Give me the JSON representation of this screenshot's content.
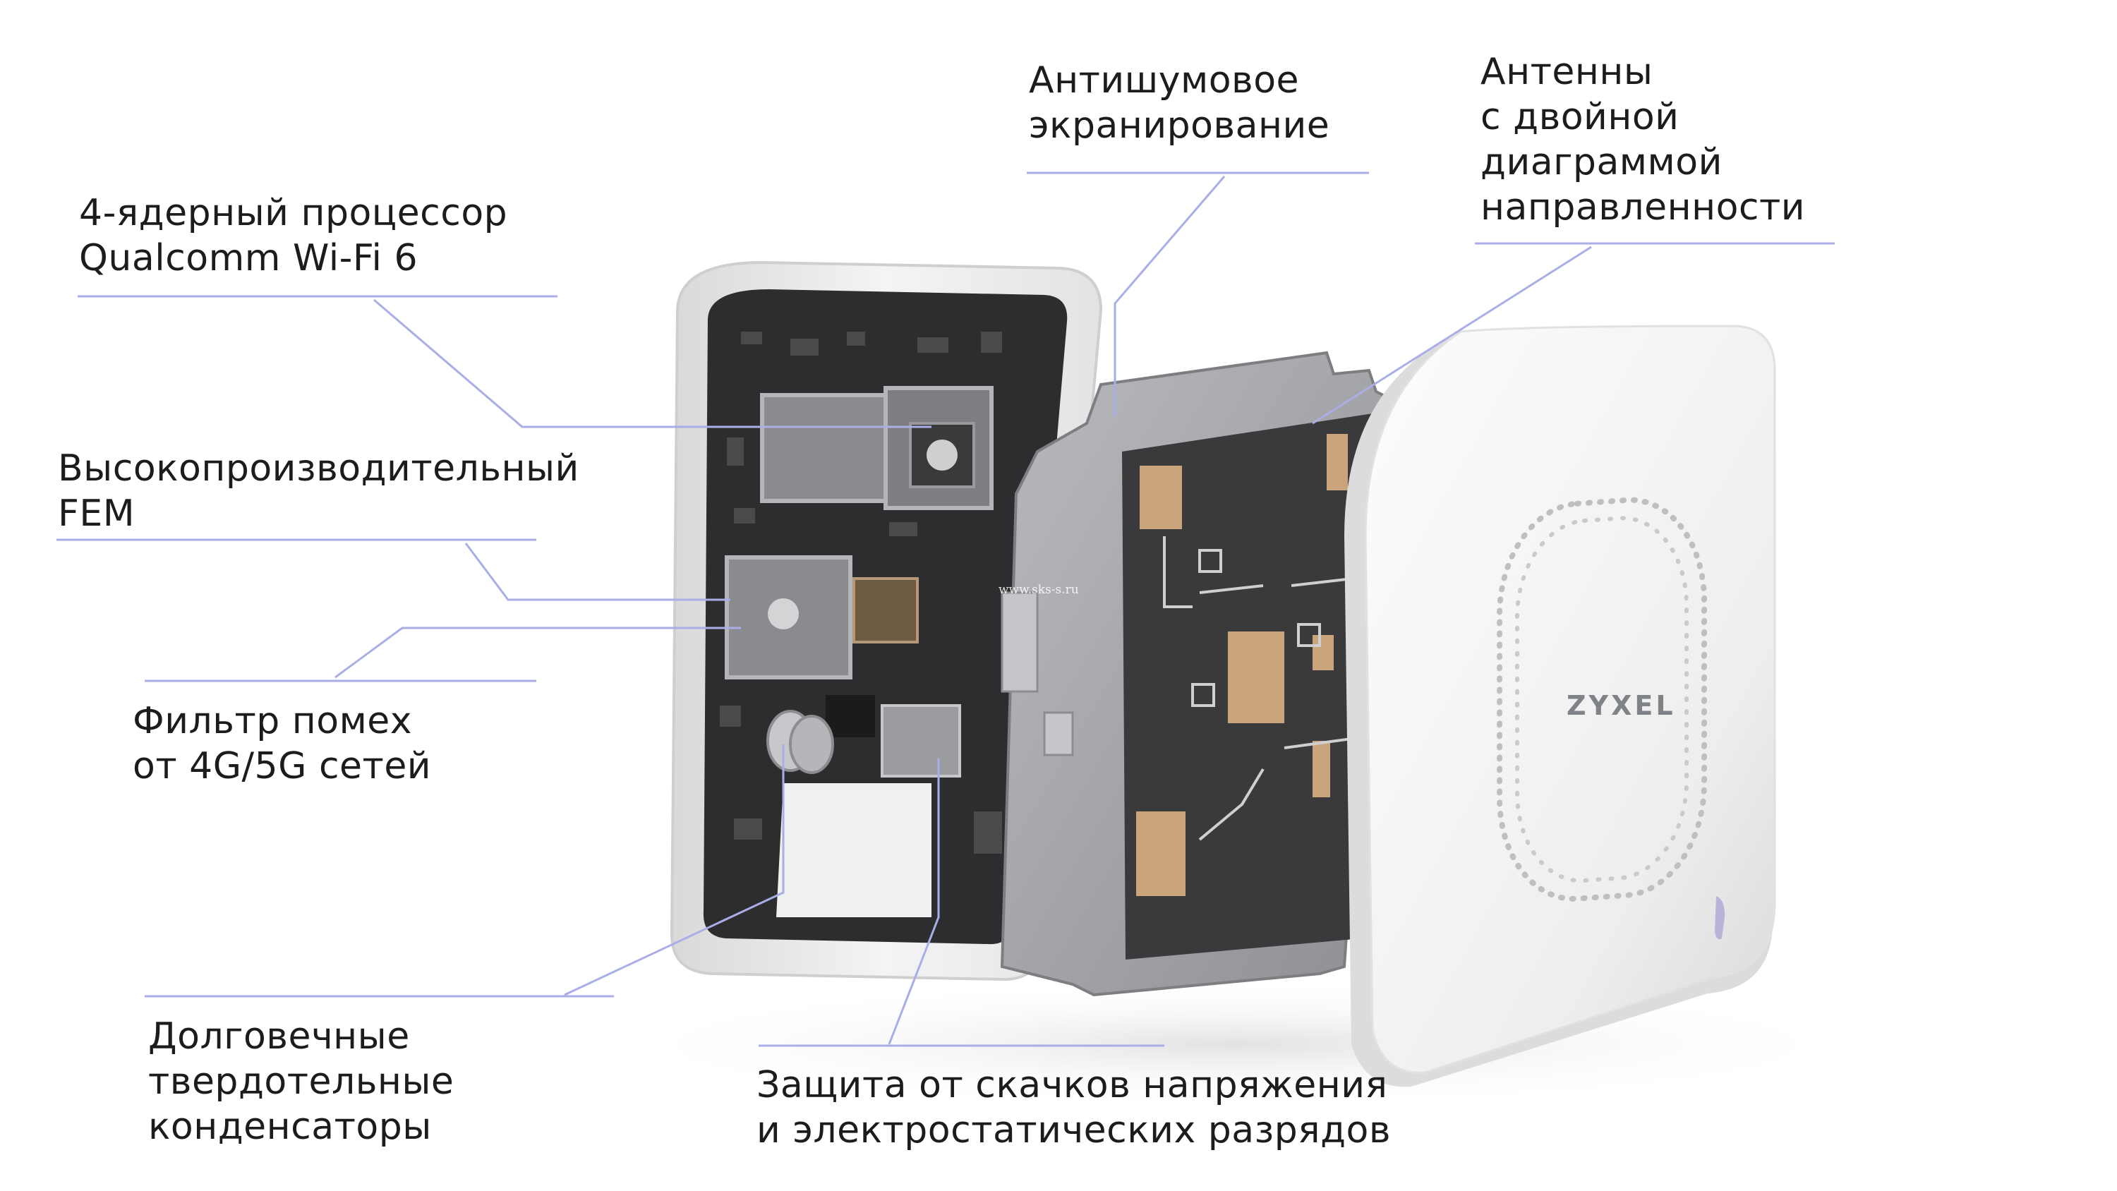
{
  "labels": {
    "noise_shield": [
      "Антишумовое",
      "экранирование"
    ],
    "antennas": [
      "Антенны",
      "с двойной",
      "диаграммой",
      "направленности"
    ],
    "cpu": [
      "4-ядерный процессор",
      "Qualcomm Wi-Fi 6"
    ],
    "fem": [
      "Высокопроизводительный",
      "FEM"
    ],
    "filter": [
      "Фильтр помех",
      "от 4G/5G сетей"
    ],
    "capacitors": [
      "Долговечные",
      "твердотельные",
      "конденсаторы"
    ],
    "protection": [
      "Защита от скачков напряжения",
      "и электростатических разрядов"
    ]
  },
  "brand": "ZYXEL",
  "watermark": "www.sks-s.ru",
  "colors": {
    "leader_line": "#a9aee6",
    "pcb": "#2d2d2f",
    "shell": "#eeeeee",
    "shield": "#a7a8ab",
    "antenna_copper": "#c9a47c"
  }
}
